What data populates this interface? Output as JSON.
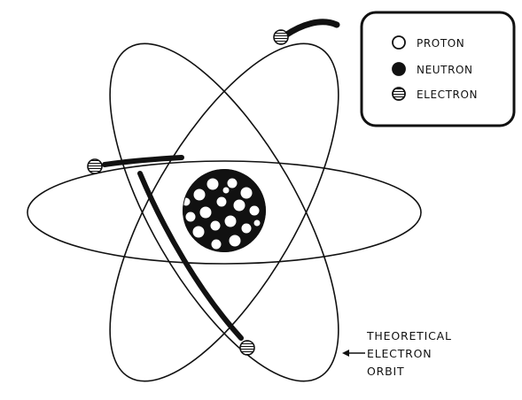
{
  "legend": {
    "proton": "PROTON",
    "neutron": "NEUTRON",
    "electron": "ELECTRON"
  },
  "annotation": {
    "line1": "THEORETICAL",
    "line2": "ELECTRON",
    "line3": "ORBIT"
  },
  "colors": {
    "ink": "#111111",
    "paper": "#ffffff"
  },
  "icons": {
    "proton": "hollow-circle",
    "neutron": "filled-circle",
    "electron": "hatched-circle"
  }
}
